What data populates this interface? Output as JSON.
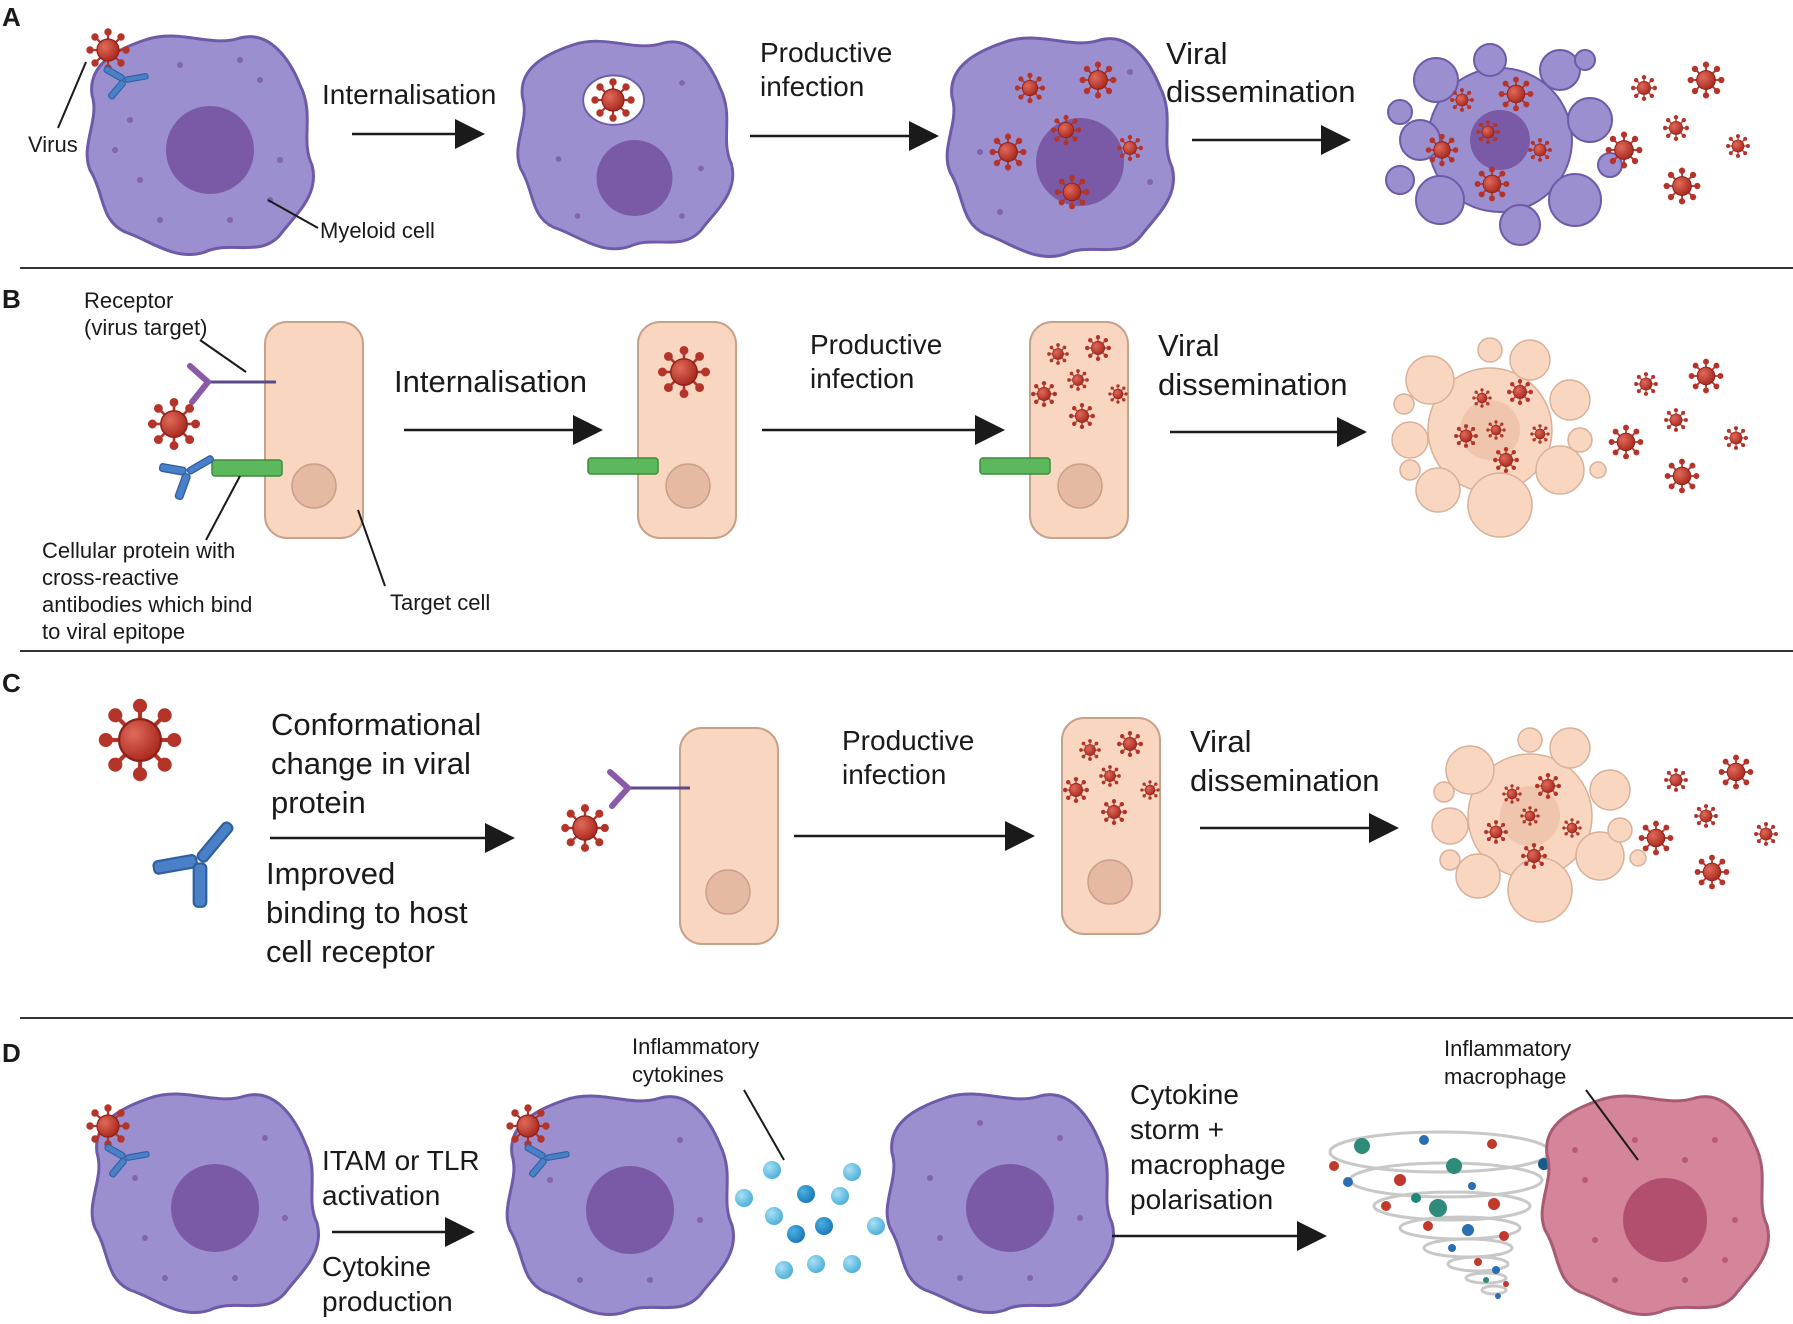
{
  "panels": {
    "A": {
      "letter": "A",
      "virus_label": "Virus",
      "myeloid_label": "Myeloid cell",
      "step1": "Internalisation",
      "step2": [
        "Productive",
        "infection"
      ],
      "step3": [
        "Viral",
        "dissemination"
      ]
    },
    "B": {
      "letter": "B",
      "receptor_label": [
        "Receptor",
        "(virus target)"
      ],
      "protein_label": [
        "Cellular protein with",
        "cross-reactive",
        "antibodies which bind",
        "to viral epitope"
      ],
      "target_label": "Target cell",
      "step1": "Internalisation",
      "step2": [
        "Productive",
        "infection"
      ],
      "step3": [
        "Viral",
        "dissemination"
      ]
    },
    "C": {
      "letter": "C",
      "step1": [
        "Conformational",
        "change in viral",
        "protein"
      ],
      "step1b": [
        "Improved",
        "binding to host",
        "cell receptor"
      ],
      "step2": [
        "Productive",
        "infection"
      ],
      "step3": [
        "Viral",
        "dissemination"
      ]
    },
    "D": {
      "letter": "D",
      "step1": [
        "ITAM or TLR",
        "activation"
      ],
      "step1b": [
        "Cytokine",
        "production"
      ],
      "cytokines_label": [
        "Inflammatory",
        "cytokines"
      ],
      "step2": [
        "Cytokine",
        "storm +",
        "macrophage",
        "polarisation"
      ],
      "macrophage_label": [
        "Inflammatory",
        "macrophage"
      ]
    }
  },
  "colors": {
    "myeloid_fill": "#9b8fd0",
    "myeloid_stroke": "#6e5aa8",
    "nucleus": "#7a5aa6",
    "target_fill": "#f8d6c0",
    "target_stroke": "#c9a08a",
    "virus": "#c0392b",
    "antibody": "#3a6fb5",
    "receptor": "#8a5aa8",
    "protein": "#5cb85c",
    "inflammatory_fill": "#d4859a",
    "inflammatory_nucleus": "#b24f6e",
    "cytokine": "#5bb8e0"
  }
}
